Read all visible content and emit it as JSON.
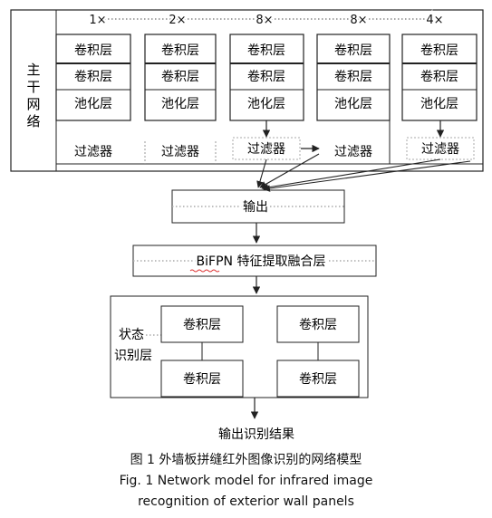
{
  "backbone": {
    "side_label": [
      "主",
      "干",
      "网",
      "络"
    ],
    "columns": [
      {
        "repeat": "1×",
        "layers": [
          "卷积层",
          "卷积层",
          "池化层"
        ],
        "filter": "过滤器"
      },
      {
        "repeat": "2×",
        "layers": [
          "卷积层",
          "卷积层",
          "池化层"
        ],
        "filter": "过滤器"
      },
      {
        "repeat": "8×",
        "layers": [
          "卷积层",
          "卷积层",
          "池化层"
        ],
        "filter": "过滤器"
      },
      {
        "repeat": "8×",
        "layers": [
          "卷积层",
          "卷积层",
          "池化层"
        ],
        "filter": "过滤器"
      },
      {
        "repeat": "4×",
        "layers": [
          "卷积层",
          "卷积层",
          "池化层"
        ],
        "filter": "过滤器"
      }
    ]
  },
  "output_box": "输出",
  "bifpn_box": "BiFPN 特征提取融合层",
  "state_block": {
    "label_line1": "状态",
    "label_line2": "识别层",
    "left_top": "卷积层",
    "left_bottom": "卷积层",
    "right_top": "卷积层",
    "right_bottom": "卷积层"
  },
  "final_output": "输出识别结果",
  "caption": {
    "cn": "图 1    外墙板拼缝红外图像识别的网络模型",
    "en_line1": "Fig. 1    Network  model  for  infrared  image",
    "en_line2": "recognition  of exterior  wall  panels"
  }
}
